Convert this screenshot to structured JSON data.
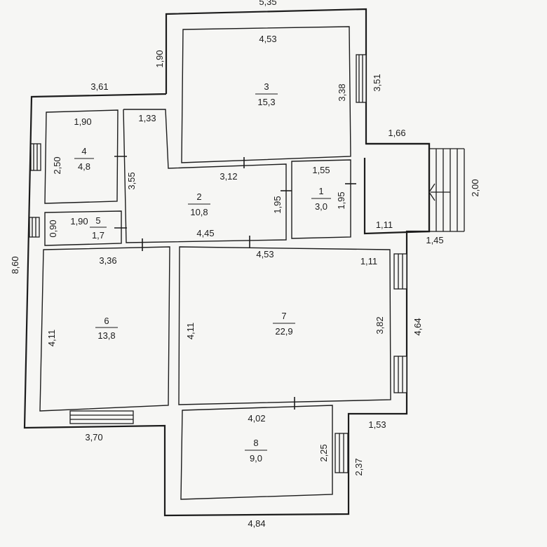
{
  "plan": {
    "rooms": [
      {
        "number": "1",
        "area": "3,0"
      },
      {
        "number": "2",
        "area": "10,8"
      },
      {
        "number": "3",
        "area": "15,3"
      },
      {
        "number": "4",
        "area": "4,8"
      },
      {
        "number": "5",
        "area": "1,7"
      },
      {
        "number": "6",
        "area": "13,8"
      },
      {
        "number": "7",
        "area": "22,9"
      },
      {
        "number": "8",
        "area": "9,0"
      }
    ],
    "dims": [
      "5,35",
      "1,90",
      "4,53",
      "3,51",
      "3,38",
      "3,61",
      "1,90",
      "1,33",
      "2,50",
      "3,55",
      "3,12",
      "1,66",
      "1,55",
      "1,95",
      "1,95",
      "2,00",
      "1,90",
      "0,90",
      "4,45",
      "1,11",
      "1,45",
      "3,36",
      "4,53",
      "1,11",
      "8,60",
      "4,11",
      "4,11",
      "3,82",
      "4,64",
      "3,70",
      "4,02",
      "1,53",
      "2,25",
      "2,37",
      "4,84"
    ]
  }
}
